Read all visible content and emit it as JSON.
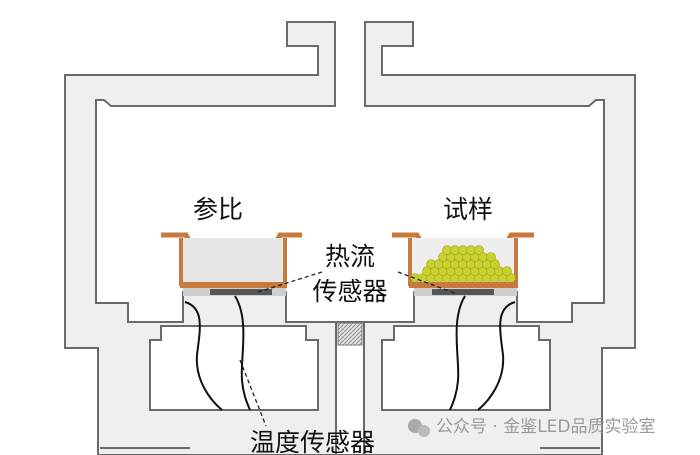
{
  "labels": {
    "reference": "参比",
    "sample": "试样",
    "heat_flow_line1": "热流",
    "heat_flow_line2": "传感器",
    "temperature_sensor": "温度传感器"
  },
  "watermark": {
    "text": "公众号 · 金鉴LED品质实验室",
    "icon": "wechat-icon"
  },
  "colors": {
    "wall_fill": "#efefef",
    "wall_stroke": "#6a6a6a",
    "pan": "#c77a3e",
    "sample": "#c9d12e",
    "sensor": "#555555"
  }
}
